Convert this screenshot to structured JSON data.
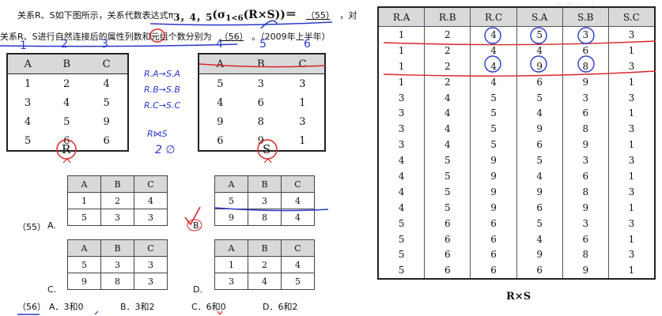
{
  "question": {
    "line1_a": "关系R、S如下图所示，关系代数表达式π",
    "line1_sub": "3，4，5",
    "line1_expr_open": "(σ",
    "line1_sigma_sub": "1<6",
    "line1_expr_rest": "(R×S))＝",
    "blank55": "（55）",
    "line1_tail": "，对",
    "line2_a": "关系R、S进行自然连接后的属性列数和元组个数分别为",
    "blank56": "（56）",
    "line2_tail": "。（2009年上半年）"
  },
  "table_R": {
    "headers": [
      "A",
      "B",
      "C"
    ],
    "rows": [
      [
        "1",
        "2",
        "4"
      ],
      [
        "3",
        "4",
        "5"
      ],
      [
        "4",
        "5",
        "9"
      ],
      [
        "5",
        "6",
        "6"
      ]
    ],
    "caption": "R"
  },
  "table_S": {
    "headers": [
      "A",
      "B",
      "C"
    ],
    "rows": [
      [
        "5",
        "3",
        "3"
      ],
      [
        "4",
        "6",
        "1"
      ],
      [
        "9",
        "8",
        "3"
      ],
      [
        "6",
        "9",
        "1"
      ]
    ],
    "caption": "S"
  },
  "annotations": {
    "col_numbers": [
      "1",
      "2",
      "3",
      "4",
      "5",
      "6"
    ],
    "notes": [
      "R.A→S.A",
      "R.B→S.B",
      "R.C→S.C",
      "R⋈S",
      "2 ∅"
    ]
  },
  "options55": {
    "label": "（55）",
    "A": {
      "label": "A.",
      "headers": [
        "A",
        "B",
        "C"
      ],
      "rows": [
        [
          "1",
          "2",
          "4"
        ],
        [
          "5",
          "3",
          "3"
        ]
      ]
    },
    "B": {
      "label": "B.",
      "headers": [
        "A",
        "B",
        "C"
      ],
      "rows": [
        [
          "5",
          "3",
          "4"
        ],
        [
          "9",
          "8",
          "4"
        ]
      ]
    },
    "C": {
      "label": "C.",
      "headers": [
        "A",
        "B",
        "C"
      ],
      "rows": [
        [
          "5",
          "3",
          "3"
        ],
        [
          "9",
          "8",
          "3"
        ]
      ]
    },
    "D": {
      "label": "D.",
      "headers": [
        "A",
        "B",
        "C"
      ],
      "rows": [
        [
          "1",
          "2",
          "4"
        ],
        [
          "3",
          "4",
          "5"
        ]
      ]
    }
  },
  "options56": {
    "label": "（56）",
    "A": "A．3和0",
    "B": "B．3和2",
    "C": "C．6和0",
    "D": "D．6和2"
  },
  "product_table": {
    "headers": [
      "R.A",
      "R.B",
      "R.C",
      "S.A",
      "S.B",
      "S.C"
    ],
    "rows": [
      [
        "1",
        "2",
        "4",
        "5",
        "3",
        "3"
      ],
      [
        "1",
        "2",
        "4",
        "4",
        "6",
        "1"
      ],
      [
        "1",
        "2",
        "4",
        "9",
        "8",
        "3"
      ],
      [
        "1",
        "2",
        "4",
        "6",
        "9",
        "1"
      ],
      [
        "3",
        "4",
        "5",
        "5",
        "3",
        "3"
      ],
      [
        "3",
        "4",
        "5",
        "4",
        "6",
        "1"
      ],
      [
        "3",
        "4",
        "5",
        "9",
        "8",
        "3"
      ],
      [
        "3",
        "4",
        "5",
        "6",
        "9",
        "1"
      ],
      [
        "4",
        "5",
        "9",
        "5",
        "3",
        "3"
      ],
      [
        "4",
        "5",
        "9",
        "4",
        "6",
        "1"
      ],
      [
        "4",
        "5",
        "9",
        "9",
        "8",
        "3"
      ],
      [
        "4",
        "5",
        "9",
        "6",
        "9",
        "1"
      ],
      [
        "5",
        "6",
        "6",
        "5",
        "3",
        "3"
      ],
      [
        "5",
        "6",
        "6",
        "4",
        "6",
        "1"
      ],
      [
        "5",
        "6",
        "6",
        "9",
        "8",
        "3"
      ],
      [
        "5",
        "6",
        "6",
        "6",
        "9",
        "1"
      ]
    ],
    "caption": "R×S"
  },
  "watermark": "软 考 达 人"
}
